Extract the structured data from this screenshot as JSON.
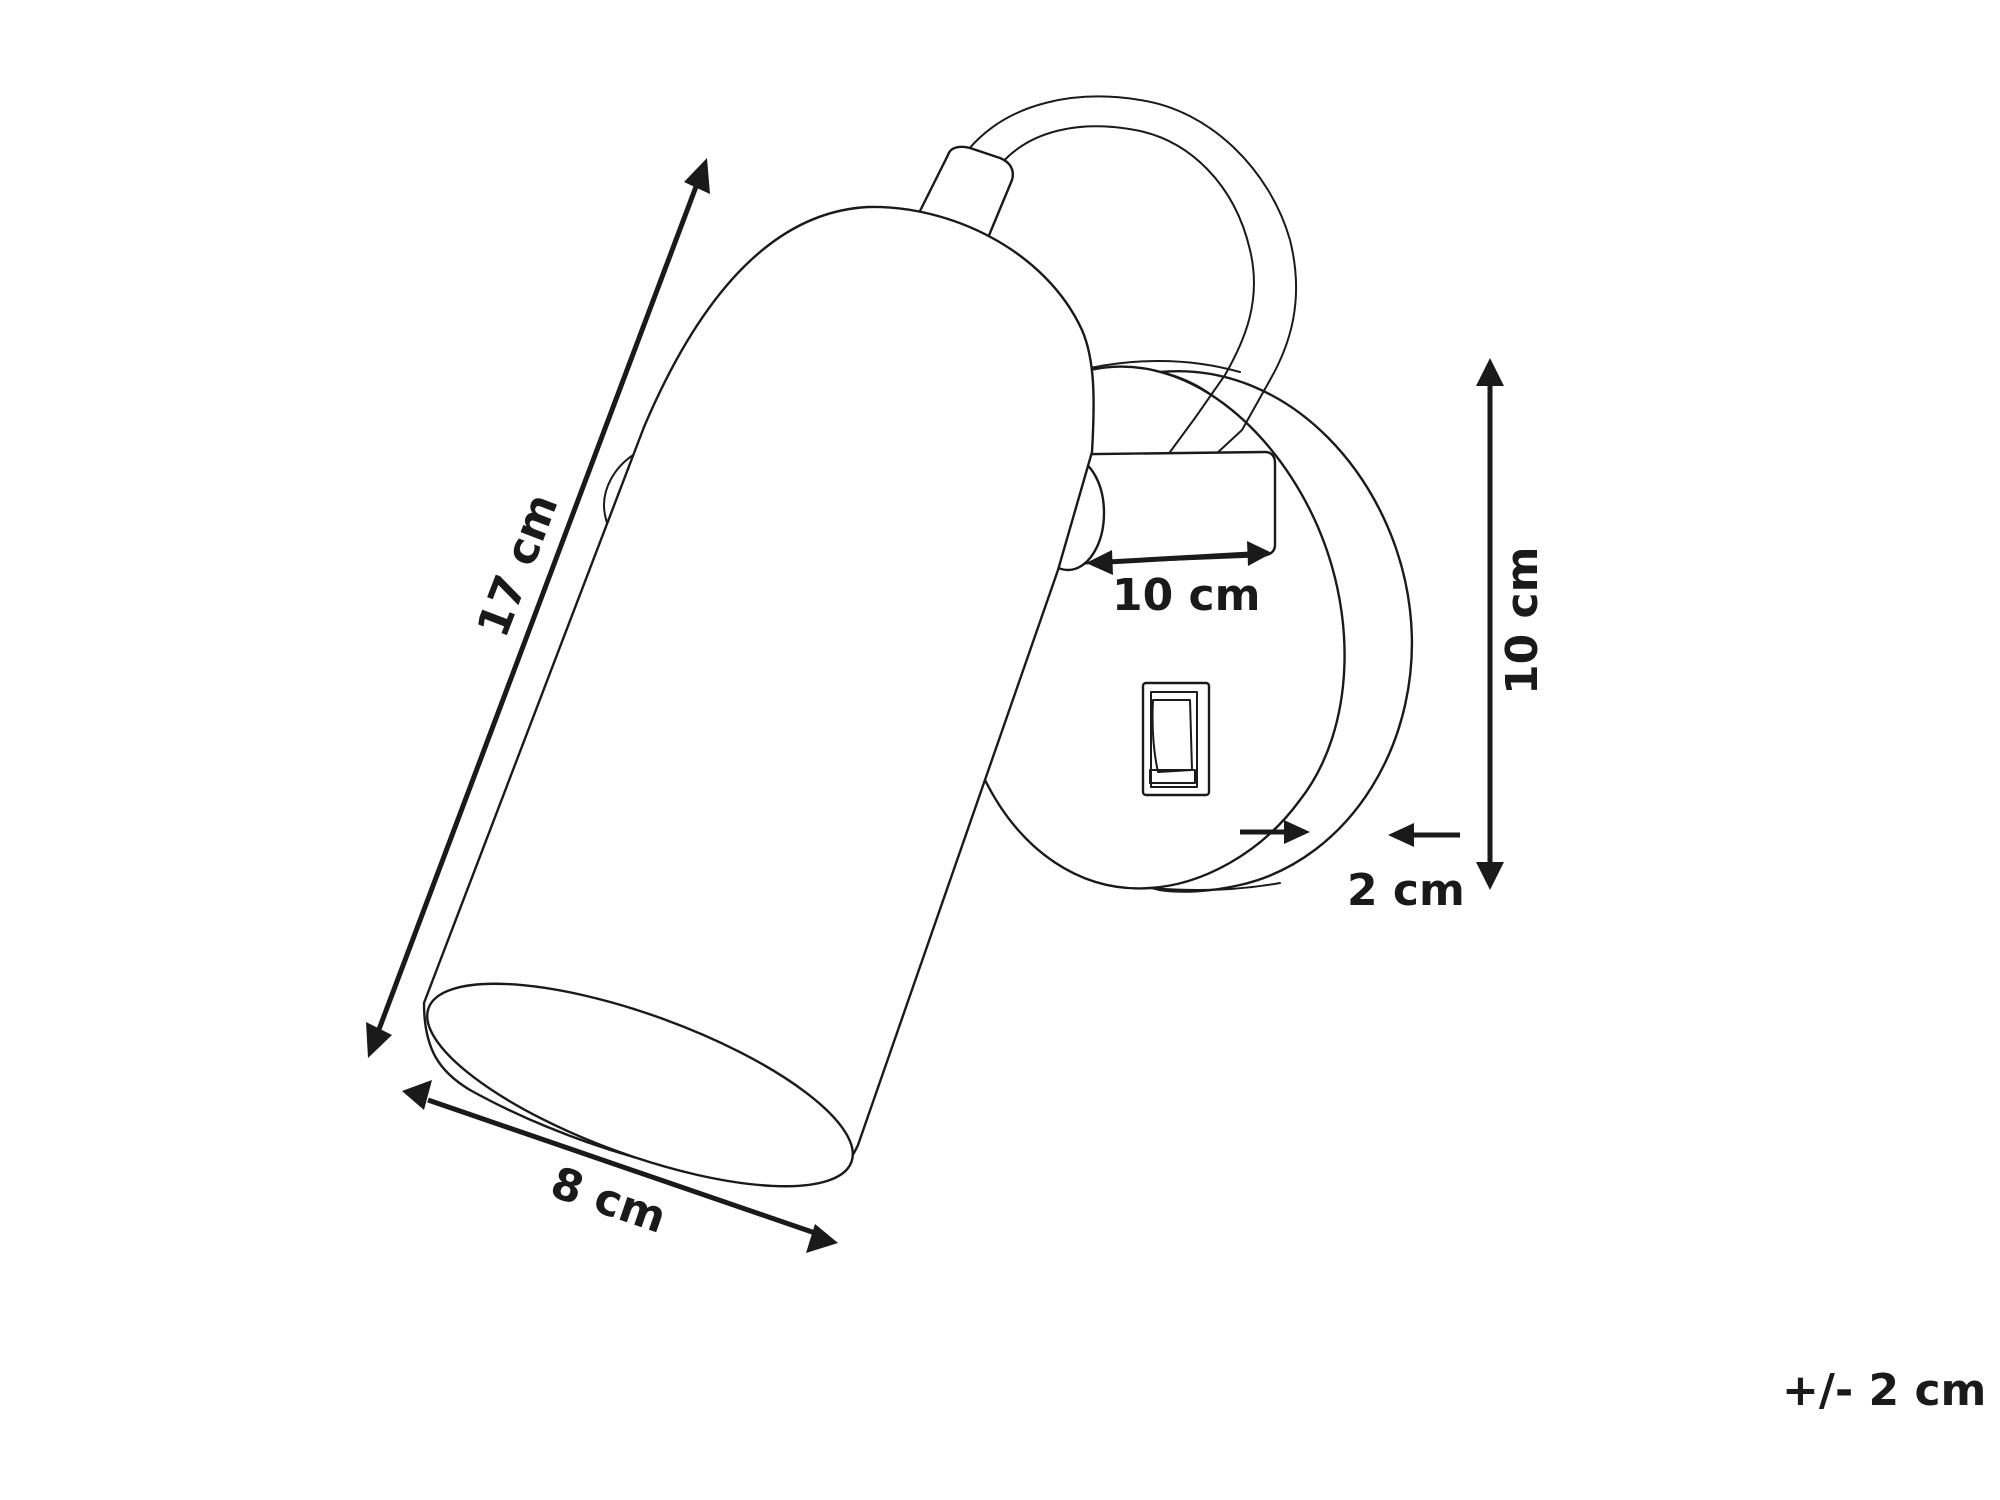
{
  "dimensions": {
    "height": "17 cm",
    "diameter": "8 cm",
    "arm": "10 cm",
    "plate": "10 cm",
    "depth": "2 cm"
  },
  "tolerance": "+/- 2 cm"
}
